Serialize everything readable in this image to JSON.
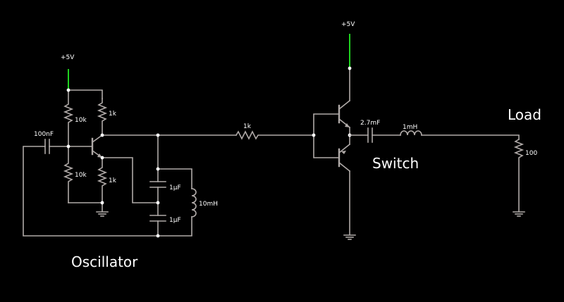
{
  "labels": {
    "osc_supply": "+5V",
    "sw_supply": "+5V",
    "r_bias_top": "10k",
    "r_bias_bot": "10k",
    "r_collector": "1k",
    "r_emitter": "1k",
    "c_input": "100nF",
    "c_tank_top": "1µF",
    "c_tank_bot": "1µF",
    "l_tank": "10mH",
    "r_series": "1k",
    "c_output": "2.7mF",
    "l_output": "1mH",
    "r_load": "100"
  },
  "sections": {
    "oscillator": "Oscillator",
    "switch": "Switch",
    "load": "Load"
  },
  "colors": {
    "background": "#000000",
    "wire": "#b0aaa8",
    "supply_rail": "#1fd21f",
    "text": "#ffffff",
    "node": "#ffffff"
  }
}
